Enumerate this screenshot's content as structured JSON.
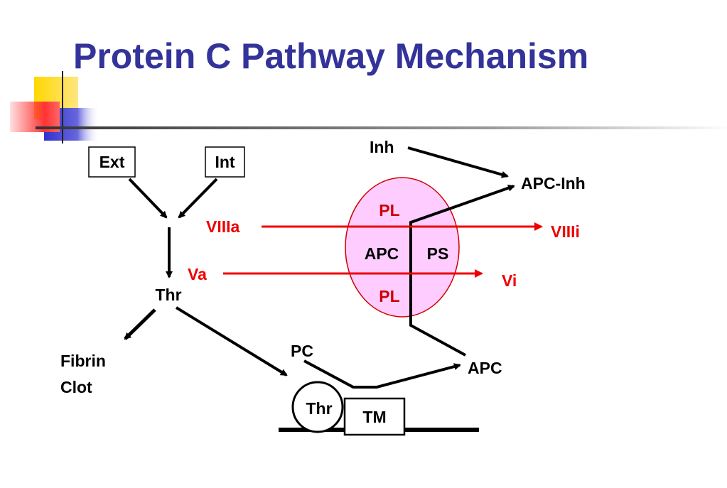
{
  "slide": {
    "title": "Protein C Pathway Mechanism"
  },
  "colors": {
    "title": "#333399",
    "red_arrow": "#ee0000",
    "membrane_fill": "#ffccff",
    "membrane_stroke": "#cc0000",
    "deco_yellow": "#ffd700",
    "deco_blue": "#3333cc",
    "deco_red": "#ff3333"
  },
  "diagram": {
    "ext": "Ext",
    "int": "Int",
    "thr": "Thr",
    "fibrin_line1": "Fibrin",
    "fibrin_line2": "Clot",
    "pc": "PC",
    "thr_bound": "Thr",
    "tm": "TM",
    "apc_product": "APC",
    "inh": "Inh",
    "apc_inh": "APC-Inh",
    "villa": "VIIIa",
    "villi": "VIIIi",
    "va": "Va",
    "vi": "Vi",
    "pl_top": "PL",
    "apc_center": "APC",
    "ps": "PS",
    "pl_bottom": "PL"
  }
}
